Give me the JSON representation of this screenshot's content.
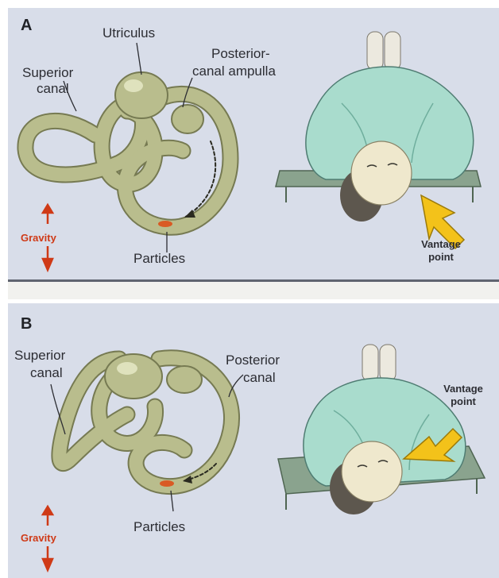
{
  "panel_a": {
    "letter": "A",
    "labels": {
      "utriculus": "Utriculus",
      "superior_canal_1": "Superior",
      "superior_canal_2": "canal",
      "posterior_ampulla_1": "Posterior-",
      "posterior_ampulla_2": "canal ampulla",
      "particles": "Particles",
      "gravity": "Gravity",
      "vantage_1": "Vantage",
      "vantage_2": "point"
    }
  },
  "panel_b": {
    "letter": "B",
    "labels": {
      "superior_canal_1": "Superior",
      "superior_canal_2": "canal",
      "posterior_canal_1": "Posterior",
      "posterior_canal_2": "canal",
      "particles": "Particles",
      "gravity": "Gravity",
      "vantage_1": "Vantage",
      "vantage_2": "point"
    }
  },
  "colors": {
    "panel_bg": "#d8dde9",
    "canal": "#b5b98a",
    "sheet": "#a9dccd",
    "gravity": "#cf3a17",
    "vantage_arrow": "#f3c21a"
  }
}
